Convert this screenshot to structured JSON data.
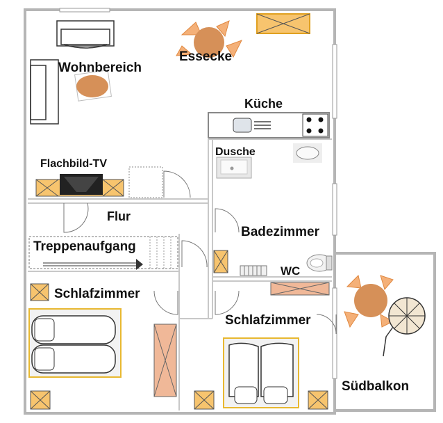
{
  "rooms": {
    "living": "Wohnbereich",
    "dining": "Essecke",
    "kitchen": "Küche",
    "shower": "Dusche",
    "tv": "Flachbild-TV",
    "hall": "Flur",
    "bathroom": "Badezimmer",
    "stairs": "Treppenaufgang",
    "wc": "WC",
    "bedroom_left": "Schlafzimmer",
    "bedroom_right": "Schlafzimmer",
    "balcony": "Südbalkon"
  },
  "colors": {
    "wall": "#c8c8c8",
    "floor_line": "#d0d0d0",
    "furniture_outline": "#555555",
    "wood": "#d9a06a",
    "table": "#d08a50",
    "box_fill": "#f7c46e",
    "box_border": "#e0a020",
    "pink_box": "#f0b898",
    "bed_frame": "#e8b830"
  },
  "icons": {
    "sofa": "sofa-icon",
    "tv": "television-icon",
    "stove": "stove-icon",
    "sink": "sink-icon",
    "toilet": "toilet-icon",
    "bed": "bed-icon",
    "table": "table-icon"
  }
}
